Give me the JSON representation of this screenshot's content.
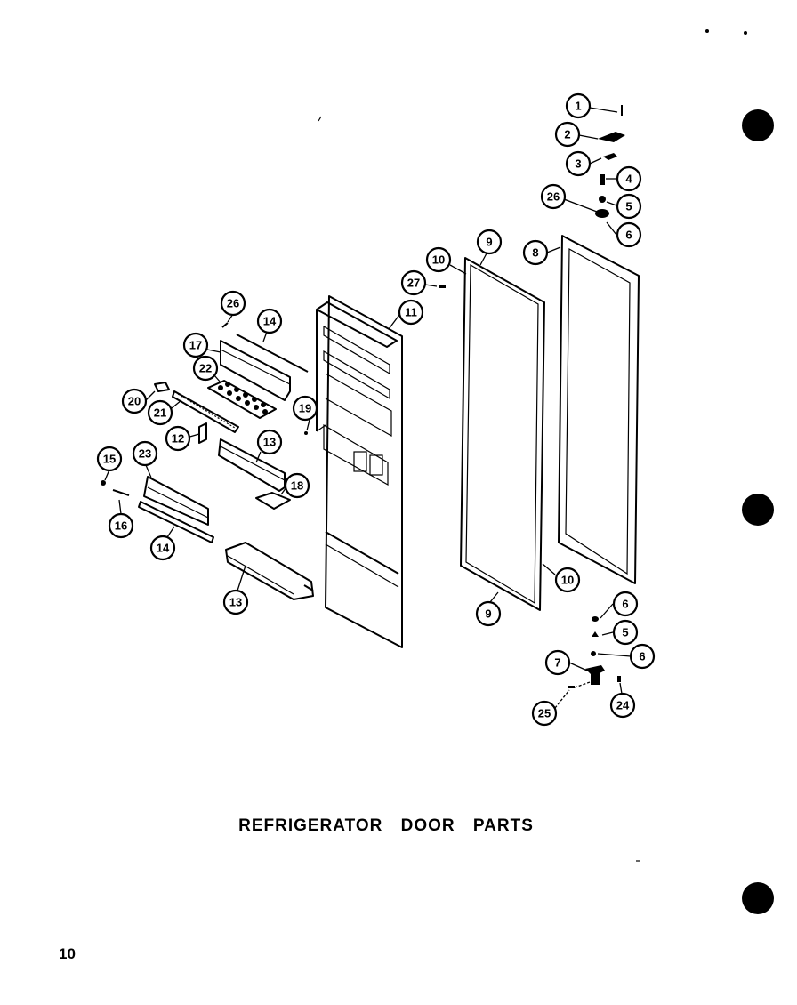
{
  "title": "REFRIGERATOR DOOR PARTS",
  "page_number": "10",
  "callout_labels": {
    "c1": "1",
    "c2": "2",
    "c3": "3",
    "c4": "4",
    "c5a": "5",
    "c26a": "26",
    "c6a": "6",
    "c8": "8",
    "c9a": "9",
    "c10a": "10",
    "c27": "27",
    "c11": "11",
    "c26b": "26",
    "c14a": "14",
    "c17": "17",
    "c22": "22",
    "c20": "20",
    "c21": "21",
    "c19": "19",
    "c12": "12",
    "c13a": "13",
    "c18": "18",
    "c15": "15",
    "c23": "23",
    "c16": "16",
    "c14b": "14",
    "c13b": "13",
    "c10b": "10",
    "c9b": "9",
    "c6b": "6",
    "c5b": "5",
    "c6c": "6",
    "c7": "7",
    "c25": "25",
    "c24": "24"
  },
  "colors": {
    "ink": "#000000",
    "paper": "#ffffff"
  }
}
